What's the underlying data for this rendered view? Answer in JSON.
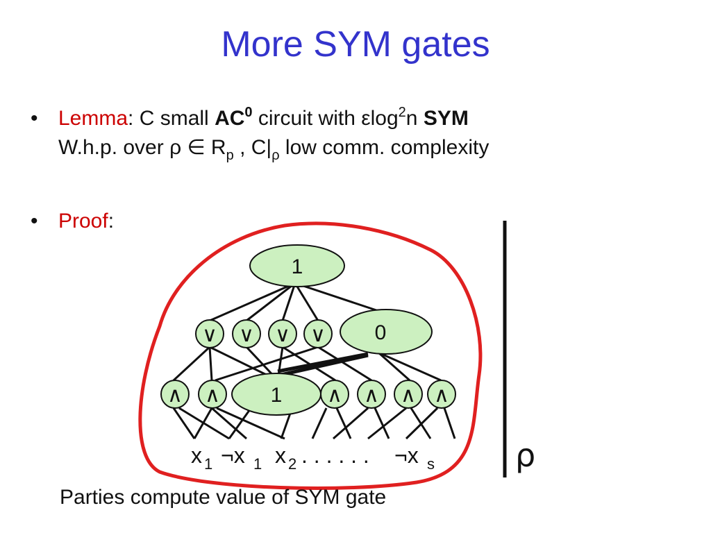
{
  "title": "More SYM gates",
  "bullets": {
    "dot": "•",
    "lemma": {
      "label": "Lemma",
      "colon": ": C small ",
      "ac": "AC",
      "ac_sup": "0",
      "mid": " circuit with ",
      "eps": "ε",
      "log": "log",
      "log_sup": "2",
      "n": "n ",
      "sym": "SYM",
      "line2_a": "W.h.p. over ρ ∈ R",
      "line2_sub": "p",
      "line2_b": " , C|",
      "line2_sub2": "ρ",
      "line2_c": " low comm. complexity"
    },
    "proof": {
      "label": "Proof",
      "colon": ":"
    }
  },
  "diagram": {
    "top_node": "1",
    "or_gates": [
      "∨",
      "∨",
      "∨",
      "∨"
    ],
    "or_const": "0",
    "and_gates_left": [
      "∧",
      "∧"
    ],
    "and_const": "1",
    "and_gates_right": [
      "∧",
      "∧",
      "∧",
      "∧"
    ],
    "vars": {
      "x1": "x",
      "x1_sub": "1",
      "nx1": "¬x",
      "nx1_sub": "1",
      "x2": "x",
      "x2_sub": "2",
      "dots": ". . . . . . ",
      "nxs": "¬x",
      "nxs_sub": "s"
    },
    "restriction": "ρ"
  },
  "footer": "Parties compute value of SYM gate",
  "colors": {
    "title": "#3333cc",
    "accent_red": "#cc0000",
    "node_fill": "#ccf0c0",
    "outline_red": "#e02020"
  }
}
